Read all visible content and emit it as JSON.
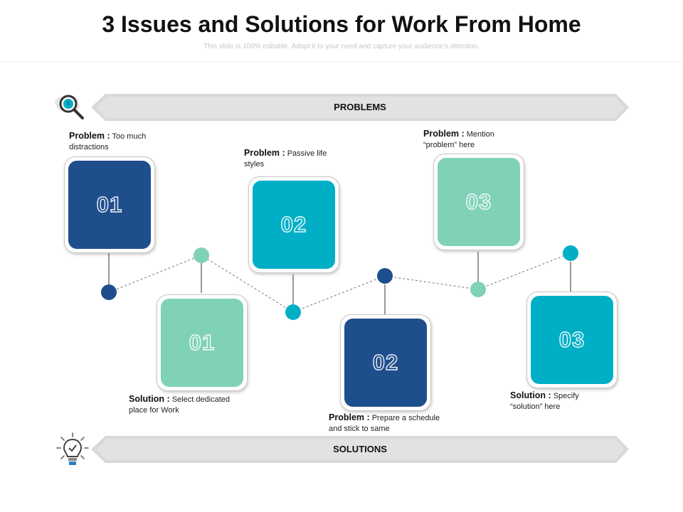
{
  "header": {
    "title": "3 Issues and Solutions for Work From Home",
    "subtitle": "This slide is 100% editable. Adapt it to your need and capture your audience’s attention."
  },
  "banners": {
    "problems": "PROBLEMS",
    "solutions": "SOLUTIONS"
  },
  "icons": {
    "problems": "magnifier-icon",
    "solutions": "lightbulb-icon"
  },
  "colors": {
    "navy": "#1f4e8c",
    "teal": "#00afc6",
    "mint": "#7fd1b8"
  },
  "cards": [
    {
      "number": "01",
      "color": "#1f4e8c",
      "caption_heading": "Problem :",
      "caption_text": "Too much distractions"
    },
    {
      "number": "01",
      "color": "#7fd1b8",
      "caption_heading": "Solution :",
      "caption_text": "Select dedicated place for Work"
    },
    {
      "number": "02",
      "color": "#00afc6",
      "caption_heading": "Problem :",
      "caption_text": "Passive life styles"
    },
    {
      "number": "02",
      "color": "#1f4e8c",
      "caption_heading": "Problem :",
      "caption_text": "Prepare a schedule and stick to same"
    },
    {
      "number": "03",
      "color": "#7fd1b8",
      "caption_heading": "Problem :",
      "caption_text": "Mention “problem” here"
    },
    {
      "number": "03",
      "color": "#00afc6",
      "caption_heading": "Solution :",
      "caption_text": "Specify “solution” here"
    }
  ]
}
